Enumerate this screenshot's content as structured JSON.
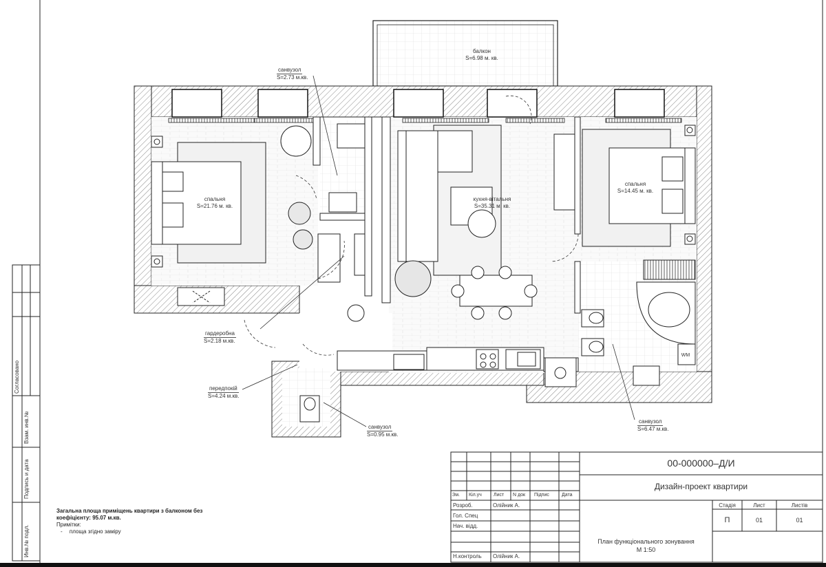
{
  "rooms": {
    "balcony": {
      "name": "балкон",
      "area": "S=6.98 м. кв."
    },
    "bathroom_top": {
      "name": "санвузол",
      "area": "S=2.73 м.кв."
    },
    "bedroom_left": {
      "name": "спальня",
      "area": "S=21.76 м. кв."
    },
    "kitchen_living": {
      "name": "кухня-вітальня",
      "area": "S=35.31 м. кв."
    },
    "bedroom_right": {
      "name": "спальня",
      "area": "S=14.45 м. кв."
    },
    "wardrobe": {
      "name": "гардеробна",
      "area": "S=2.18 м.кв."
    },
    "hallway": {
      "name": "передпокій",
      "area": "S=4.24 м.кв."
    },
    "toilet_small": {
      "name": "санвузол",
      "area": "S=0.95 м.кв."
    },
    "bathroom_right": {
      "name": "санвузол",
      "area": "S=6.47 м.кв."
    }
  },
  "fixture_label": "WM",
  "notes": {
    "total_area_line1": "Загальна площа приміщень квартири з балконом без",
    "total_area_line2": "коефіцієнту:  95.07 м.кв.",
    "notes_title": "Примітки:",
    "note_item": "площа згідно заміру",
    "bullet": "-"
  },
  "side_stamp": {
    "agreed": "Согласовано",
    "inv_no_orig": "Инв.№ подл.",
    "sign_date": "Подпись и дата",
    "replace_inv": "Взам. инв.№"
  },
  "title_block": {
    "code": "00-000000–Д/И",
    "project_title": "Дизайн-проект квартири",
    "col_headers": [
      "Зм.",
      "Кіл.уч",
      "Лист",
      "N док",
      "Підпис",
      "Дата"
    ],
    "rows": [
      {
        "role": "Розроб.",
        "name": "Олійник А."
      },
      {
        "role": "Гол. Спец",
        "name": ""
      },
      {
        "role": "Нач. відд.",
        "name": ""
      },
      {
        "role": "",
        "name": ""
      },
      {
        "role": "Н.контроль",
        "name": "Олійник А."
      }
    ],
    "stage_header": "Стадія",
    "sheet_header": "Лист",
    "sheets_header": "Листів",
    "stage_value": "П",
    "sheet_value": "01",
    "sheets_value": "01",
    "sheet_title": "План функціонального зонування",
    "scale": "М 1:50"
  }
}
